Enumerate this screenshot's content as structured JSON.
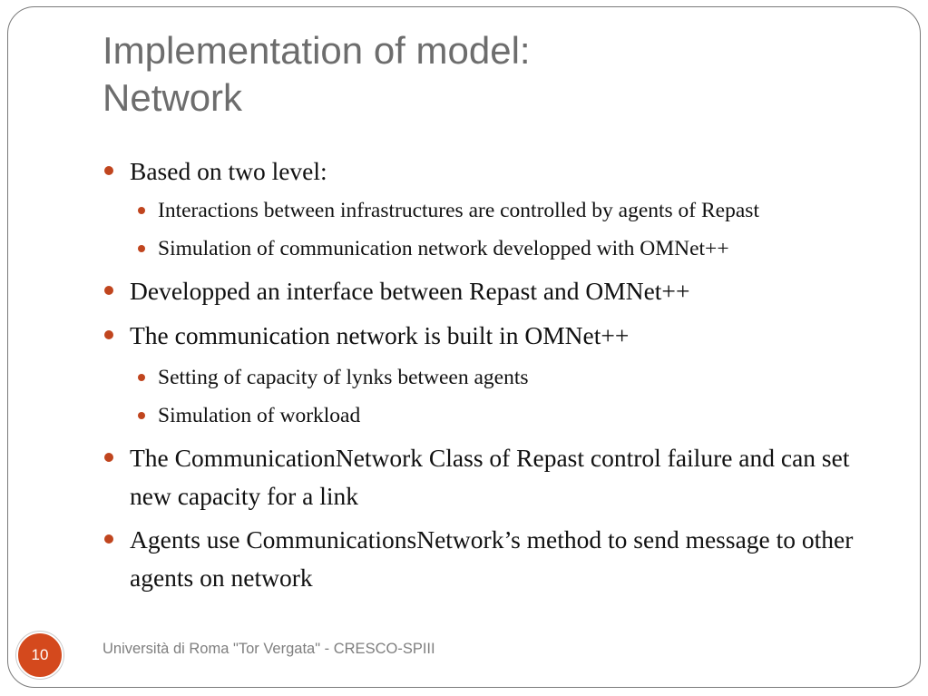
{
  "title": {
    "line1": "Implementation of model:",
    "line2": "Network"
  },
  "bullets": [
    {
      "level": 1,
      "text": "Based on two level:"
    },
    {
      "level": 2,
      "text": "Interactions between infrastructures are controlled by agents of Repast"
    },
    {
      "level": 2,
      "text": "Simulation of communication network developped with OMNet++"
    },
    {
      "level": 1,
      "text": "Developped an interface between  Repast and OMNet++"
    },
    {
      "level": 1,
      "text": "The communication network is built in OMNet++"
    },
    {
      "level": 2,
      "text": "Setting of capacity of lynks between agents"
    },
    {
      "level": 2,
      "text": "Simulation of workload"
    },
    {
      "level": 1,
      "text": "The CommunicationNetwork Class of Repast  control failure and can set new capacity for a link"
    },
    {
      "level": 1,
      "text": "Agents use CommunicationsNetwork’s method to send message to other agents on network"
    }
  ],
  "footer": {
    "text": "Università di Roma \"Tor Vergata\" - CRESCO-SPIII",
    "page_number": "10"
  },
  "colors": {
    "bullet": "#c0451e",
    "page_badge": "#d4491d",
    "title": "#6d6d6d"
  }
}
